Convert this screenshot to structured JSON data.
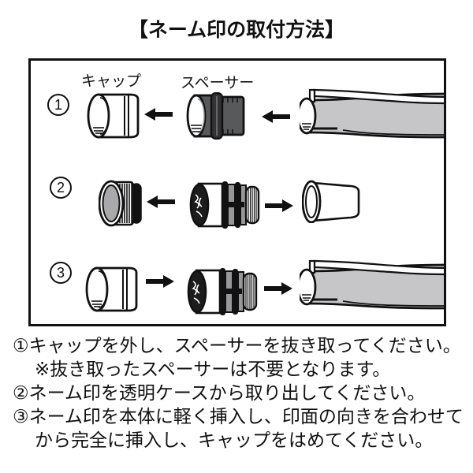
{
  "title": "【ネーム印の取付方法】",
  "diagram": {
    "part_labels": {
      "cap": "キャップ",
      "spacer": "スペーサー"
    },
    "steps": [
      {
        "number": "1"
      },
      {
        "number": "2"
      },
      {
        "number": "3"
      }
    ]
  },
  "instructions": [
    "①キャップを外し、スペーサーを抜き取ってください。",
    "※抜き取ったスペーサーは不要となります。",
    "②ネーム印を透明ケースから取り出してください。",
    "③ネーム印を本体に軽く挿入し、印面の向きを合わせて",
    "から完全に挿入し、キャップをはめてください。"
  ],
  "colors": {
    "background": "#ffffff",
    "outline": "#111111",
    "arrow": "#111111",
    "pen_body": "#c6c6c8",
    "spacer_body": "#58595b",
    "spacer_flange": "#323234",
    "knurl_face": "#a9a9ab",
    "ring_gray": "#98989a",
    "stamp_face": "#1c1c1c"
  }
}
